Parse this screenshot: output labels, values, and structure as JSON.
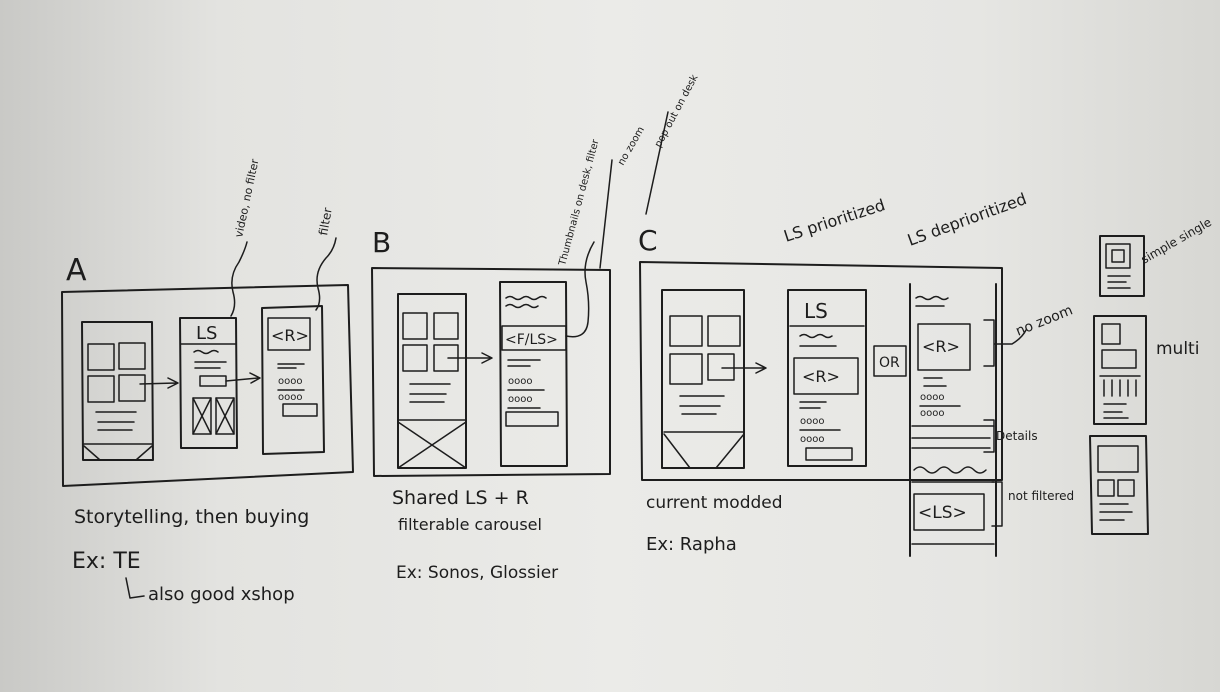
{
  "sections": {
    "a": {
      "letter": "A",
      "annotation_video": "video, no filter",
      "annotation_filter": "filter",
      "frame2_title": "LS",
      "frame3_title": "<R>",
      "caption": "Storytelling, then buying",
      "example": "Ex: TE",
      "subnote": "also good xshop"
    },
    "b": {
      "letter": "B",
      "annotation_thumbnails": "Thumbnails on desk, filter",
      "annotation_nozoom": "no zoom",
      "annotation_popout": "pop out on desk",
      "frame2_title": "<F/LS>",
      "caption_line1": "Shared LS + R",
      "caption_line2": "filterable carousel",
      "example": "Ex: Sonos, Glossier"
    },
    "c": {
      "letter": "C",
      "label_prioritized": "LS prioritized",
      "label_deprioritized": "LS deprioritized",
      "frame2_title": "LS",
      "frame2_carousel": "<R>",
      "or_label": "OR",
      "frame3_carousel": "<R>",
      "frame3_ls": "<LS>",
      "annotation_nozoom": "no zoom",
      "annotation_details": "Details",
      "annotation_notfiltered": "not filtered",
      "caption": "current modded",
      "example": "Ex: Rapha"
    },
    "side": {
      "simple_single": "simple single",
      "multi": "multi"
    }
  },
  "colors": {
    "ink": "#1d1d1d",
    "board": "#e9e9e6"
  }
}
